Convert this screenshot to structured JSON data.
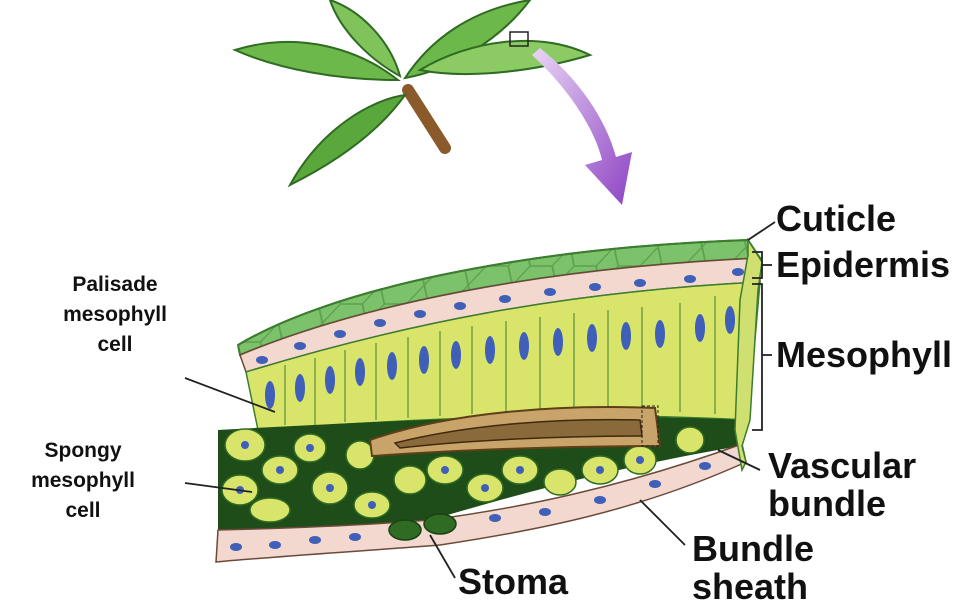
{
  "labels": {
    "cuticle": "Cuticle",
    "epidermis": "Epidermis",
    "mesophyll": "Mesophyll",
    "vascular_bundle": [
      "Vascular",
      "bundle"
    ],
    "bundle_sheath": [
      "Bundle",
      "sheath"
    ],
    "stoma": "Stoma",
    "palisade": [
      "Palisade",
      "mesophyll",
      "cell"
    ],
    "spongy": [
      "Spongy",
      "mesophyll",
      "cell"
    ]
  },
  "colors": {
    "leaf": "#5aa83c",
    "cuticle_top": "#7cc26a",
    "epidermis": "#f3d8cf",
    "mesophyll_cell": "#d9e56a",
    "nucleus": "#3f5fb8",
    "arrow": "#9b59c9",
    "vein": "#c9a46a",
    "air_space": "#1f4d1a"
  }
}
